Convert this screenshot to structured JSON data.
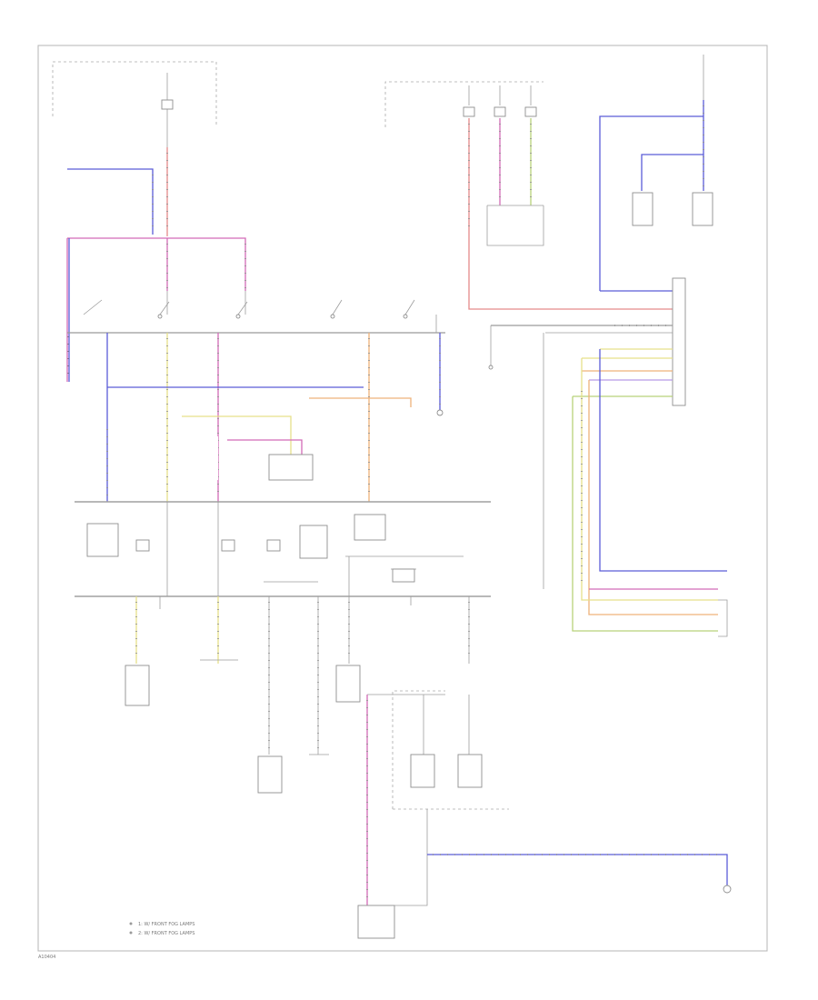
{
  "diagram": {
    "colors": {
      "red": "#e58a8a",
      "pink": "#d26bb7",
      "blue": "#5a5cd8",
      "yellow": "#e6e08a",
      "orange": "#efb27a",
      "green": "#b8d27a",
      "violet": "#b79be6",
      "line": "#9a9a9a"
    },
    "legend": [
      {
        "marker": "1",
        "text": "1: W/ FRONT FOG LAMPS"
      },
      {
        "marker": "2",
        "text": "2: W/ FRONT FOG LAMPS"
      }
    ],
    "footer_code": "A10404"
  }
}
